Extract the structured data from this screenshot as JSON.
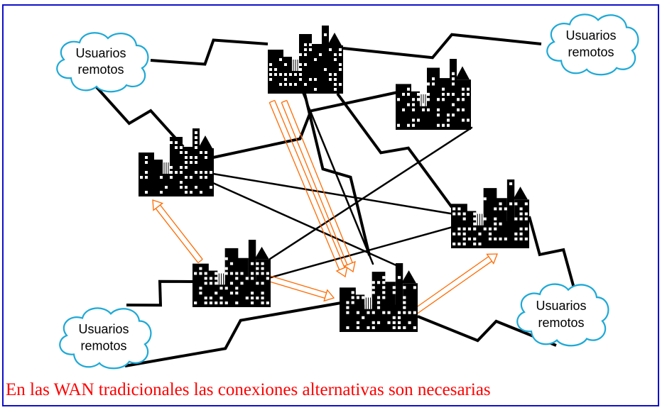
{
  "clouds": [
    {
      "line1": "Usuarios",
      "line2": "remotos"
    },
    {
      "line1": "Usuarios",
      "line2": "remotos"
    },
    {
      "line1": "Usuarios",
      "line2": "remotos"
    },
    {
      "line1": "Usuarios",
      "line2": "remotos"
    }
  ],
  "caption": "En las WAN tradicionales las conexiones  alternativas  son  necesarias",
  "colors": {
    "frame": "#1010c8",
    "cloud_fill": "#ffffff",
    "cloud_stroke": "#1ea9d6",
    "link": "#000000",
    "alternate_route": "#ff6a00",
    "caption": "#ff0000"
  },
  "icons": {
    "site": "office-buildings-icon",
    "cloud": "cloud-icon"
  }
}
